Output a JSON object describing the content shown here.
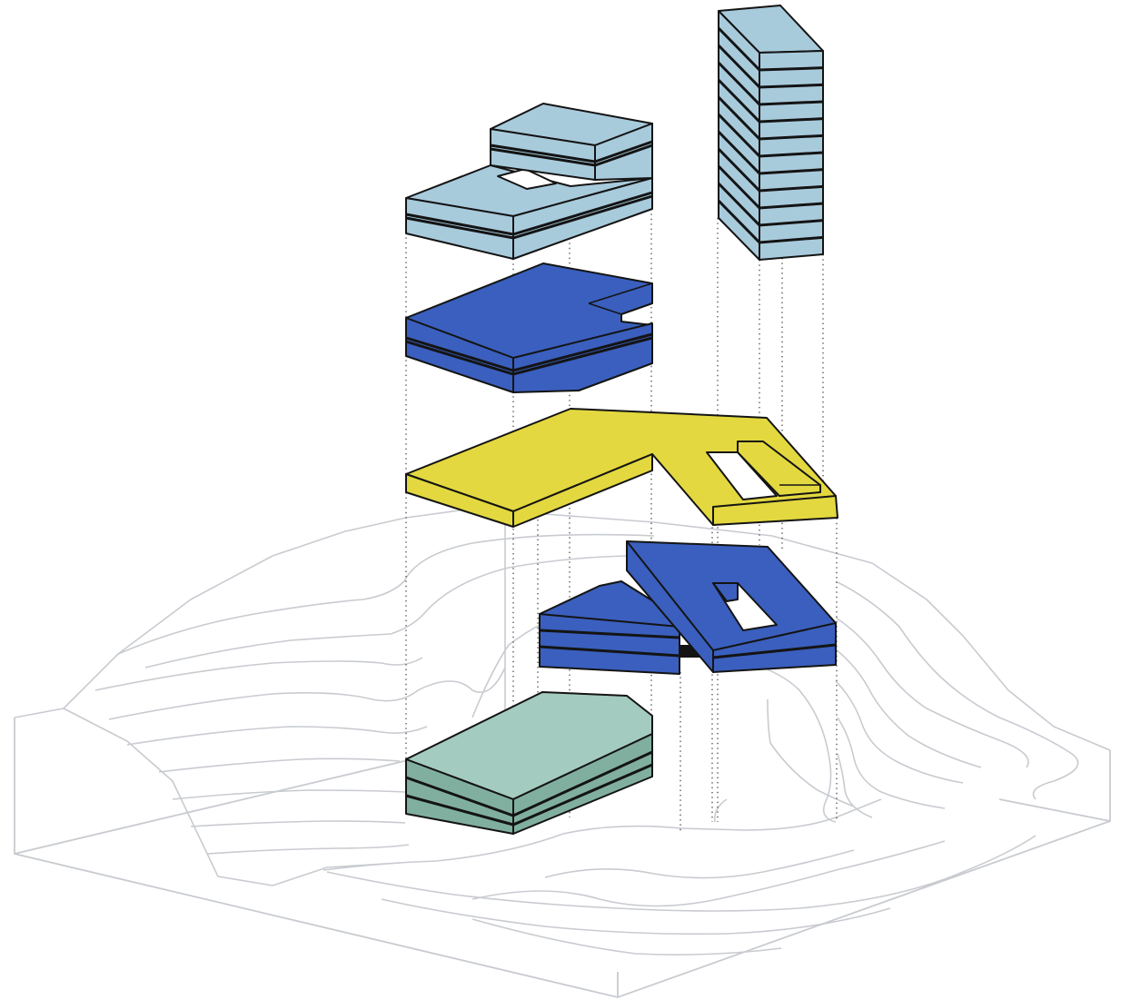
{
  "diagram": {
    "type": "exploded-axonometric-massing",
    "blocks": [
      {
        "id": "upper-light-blue-block",
        "color": "#a8cbdc",
        "floors": 4
      },
      {
        "id": "tower-light-blue",
        "color": "#a8cbdc",
        "floors": 12
      },
      {
        "id": "upper-dark-blue-block",
        "color": "#3a5fbe",
        "floors": 3
      },
      {
        "id": "yellow-podium-slab",
        "color": "#e3d83f",
        "floors": 1
      },
      {
        "id": "lower-dark-blue-block",
        "color": "#3a5fbe",
        "floors": 3
      },
      {
        "id": "green-base-block",
        "color": "#80afa0",
        "floors": 3
      }
    ],
    "terrain": {
      "style": "contour-lines",
      "color": "#c8cbd0"
    },
    "guides": {
      "style": "dotted-vertical"
    }
  }
}
